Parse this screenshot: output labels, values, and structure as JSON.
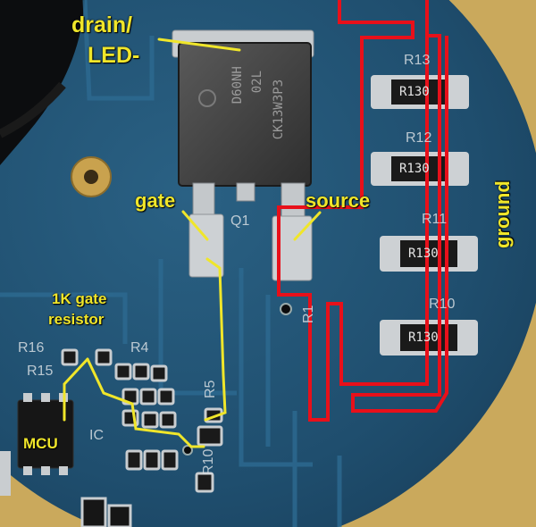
{
  "annotations": {
    "drain": "drain/",
    "led": "LED-",
    "gate": "gate",
    "source": "source",
    "ground": "ground",
    "gate_resistor_line1": "1K gate",
    "gate_resistor_line2": "resistor",
    "mcu": "MCU"
  },
  "silkscreen": {
    "r13": "R13",
    "r12": "R12",
    "r11": "R11",
    "r10": "R10",
    "r16": "R16",
    "r15": "R15",
    "r4": "R4",
    "q1": "Q1",
    "ic": "IC",
    "r1": "R1",
    "r5": "R5",
    "r10b": "R10"
  },
  "resistor_values": {
    "r13": "R130",
    "r12": "R130",
    "r11": "R130",
    "r10": "R130"
  },
  "chip_marking": {
    "line1": "D60NH",
    "line2": "02L",
    "line3": "CK13W3P3"
  },
  "colors": {
    "annotation": "#f0e62a",
    "outline": "#e8101a",
    "pcb": "#1f4a6a",
    "pad": "#c9cdd0"
  }
}
